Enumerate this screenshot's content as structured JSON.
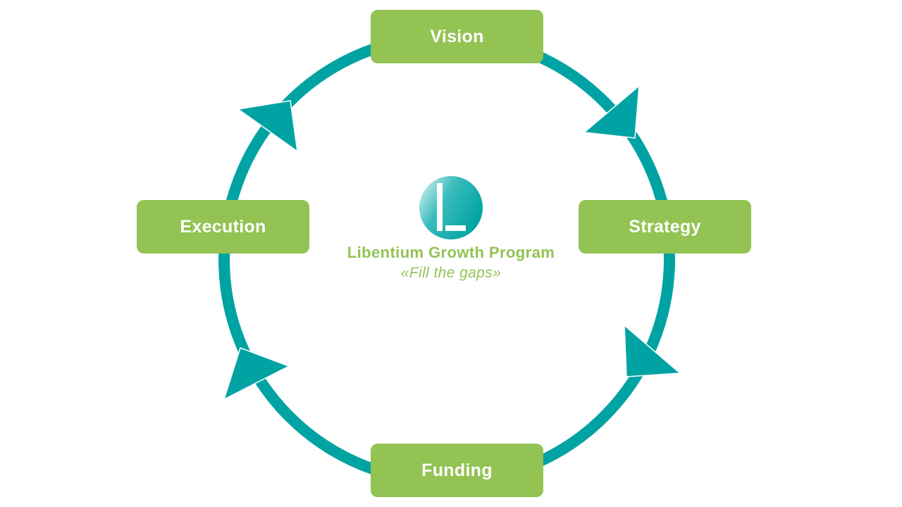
{
  "diagram": {
    "stages": {
      "top": "Vision",
      "right": "Strategy",
      "bottom": "Funding",
      "left": "Execution"
    },
    "center": {
      "title": "Libentium Growth Program",
      "tagline": "«Fill the gaps»"
    },
    "flow_direction": "clockwise"
  },
  "colors": {
    "ring": "#00a3a3",
    "box": "#92c353",
    "box_text": "#ffffff",
    "center_text": "#92c353"
  }
}
